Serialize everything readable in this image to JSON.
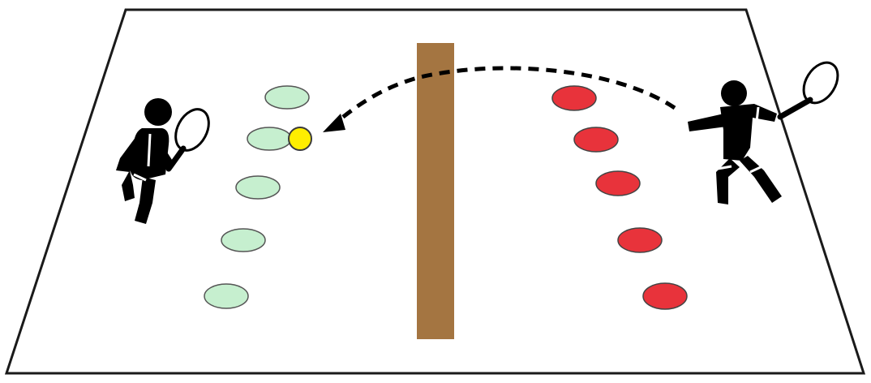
{
  "court": {
    "surface_color": "#ffffff",
    "line_color": "#1a1a1a"
  },
  "net": {
    "color": "#a47541"
  },
  "ball": {
    "color": "#ffee00",
    "stroke": "#3a3a3a"
  },
  "trajectory": {
    "style": "dashed",
    "direction": "right-to-left",
    "color": "#000000"
  },
  "left_player": {
    "icon": "tennis-player-ready-stance-icon",
    "color": "#000000"
  },
  "right_player": {
    "icon": "tennis-player-hitting-icon",
    "color": "#000000"
  },
  "left_targets": {
    "color": "#c6efcf",
    "stroke": "#555555",
    "count": 5
  },
  "right_targets": {
    "color": "#e8333b",
    "stroke": "#444444",
    "count": 5
  }
}
